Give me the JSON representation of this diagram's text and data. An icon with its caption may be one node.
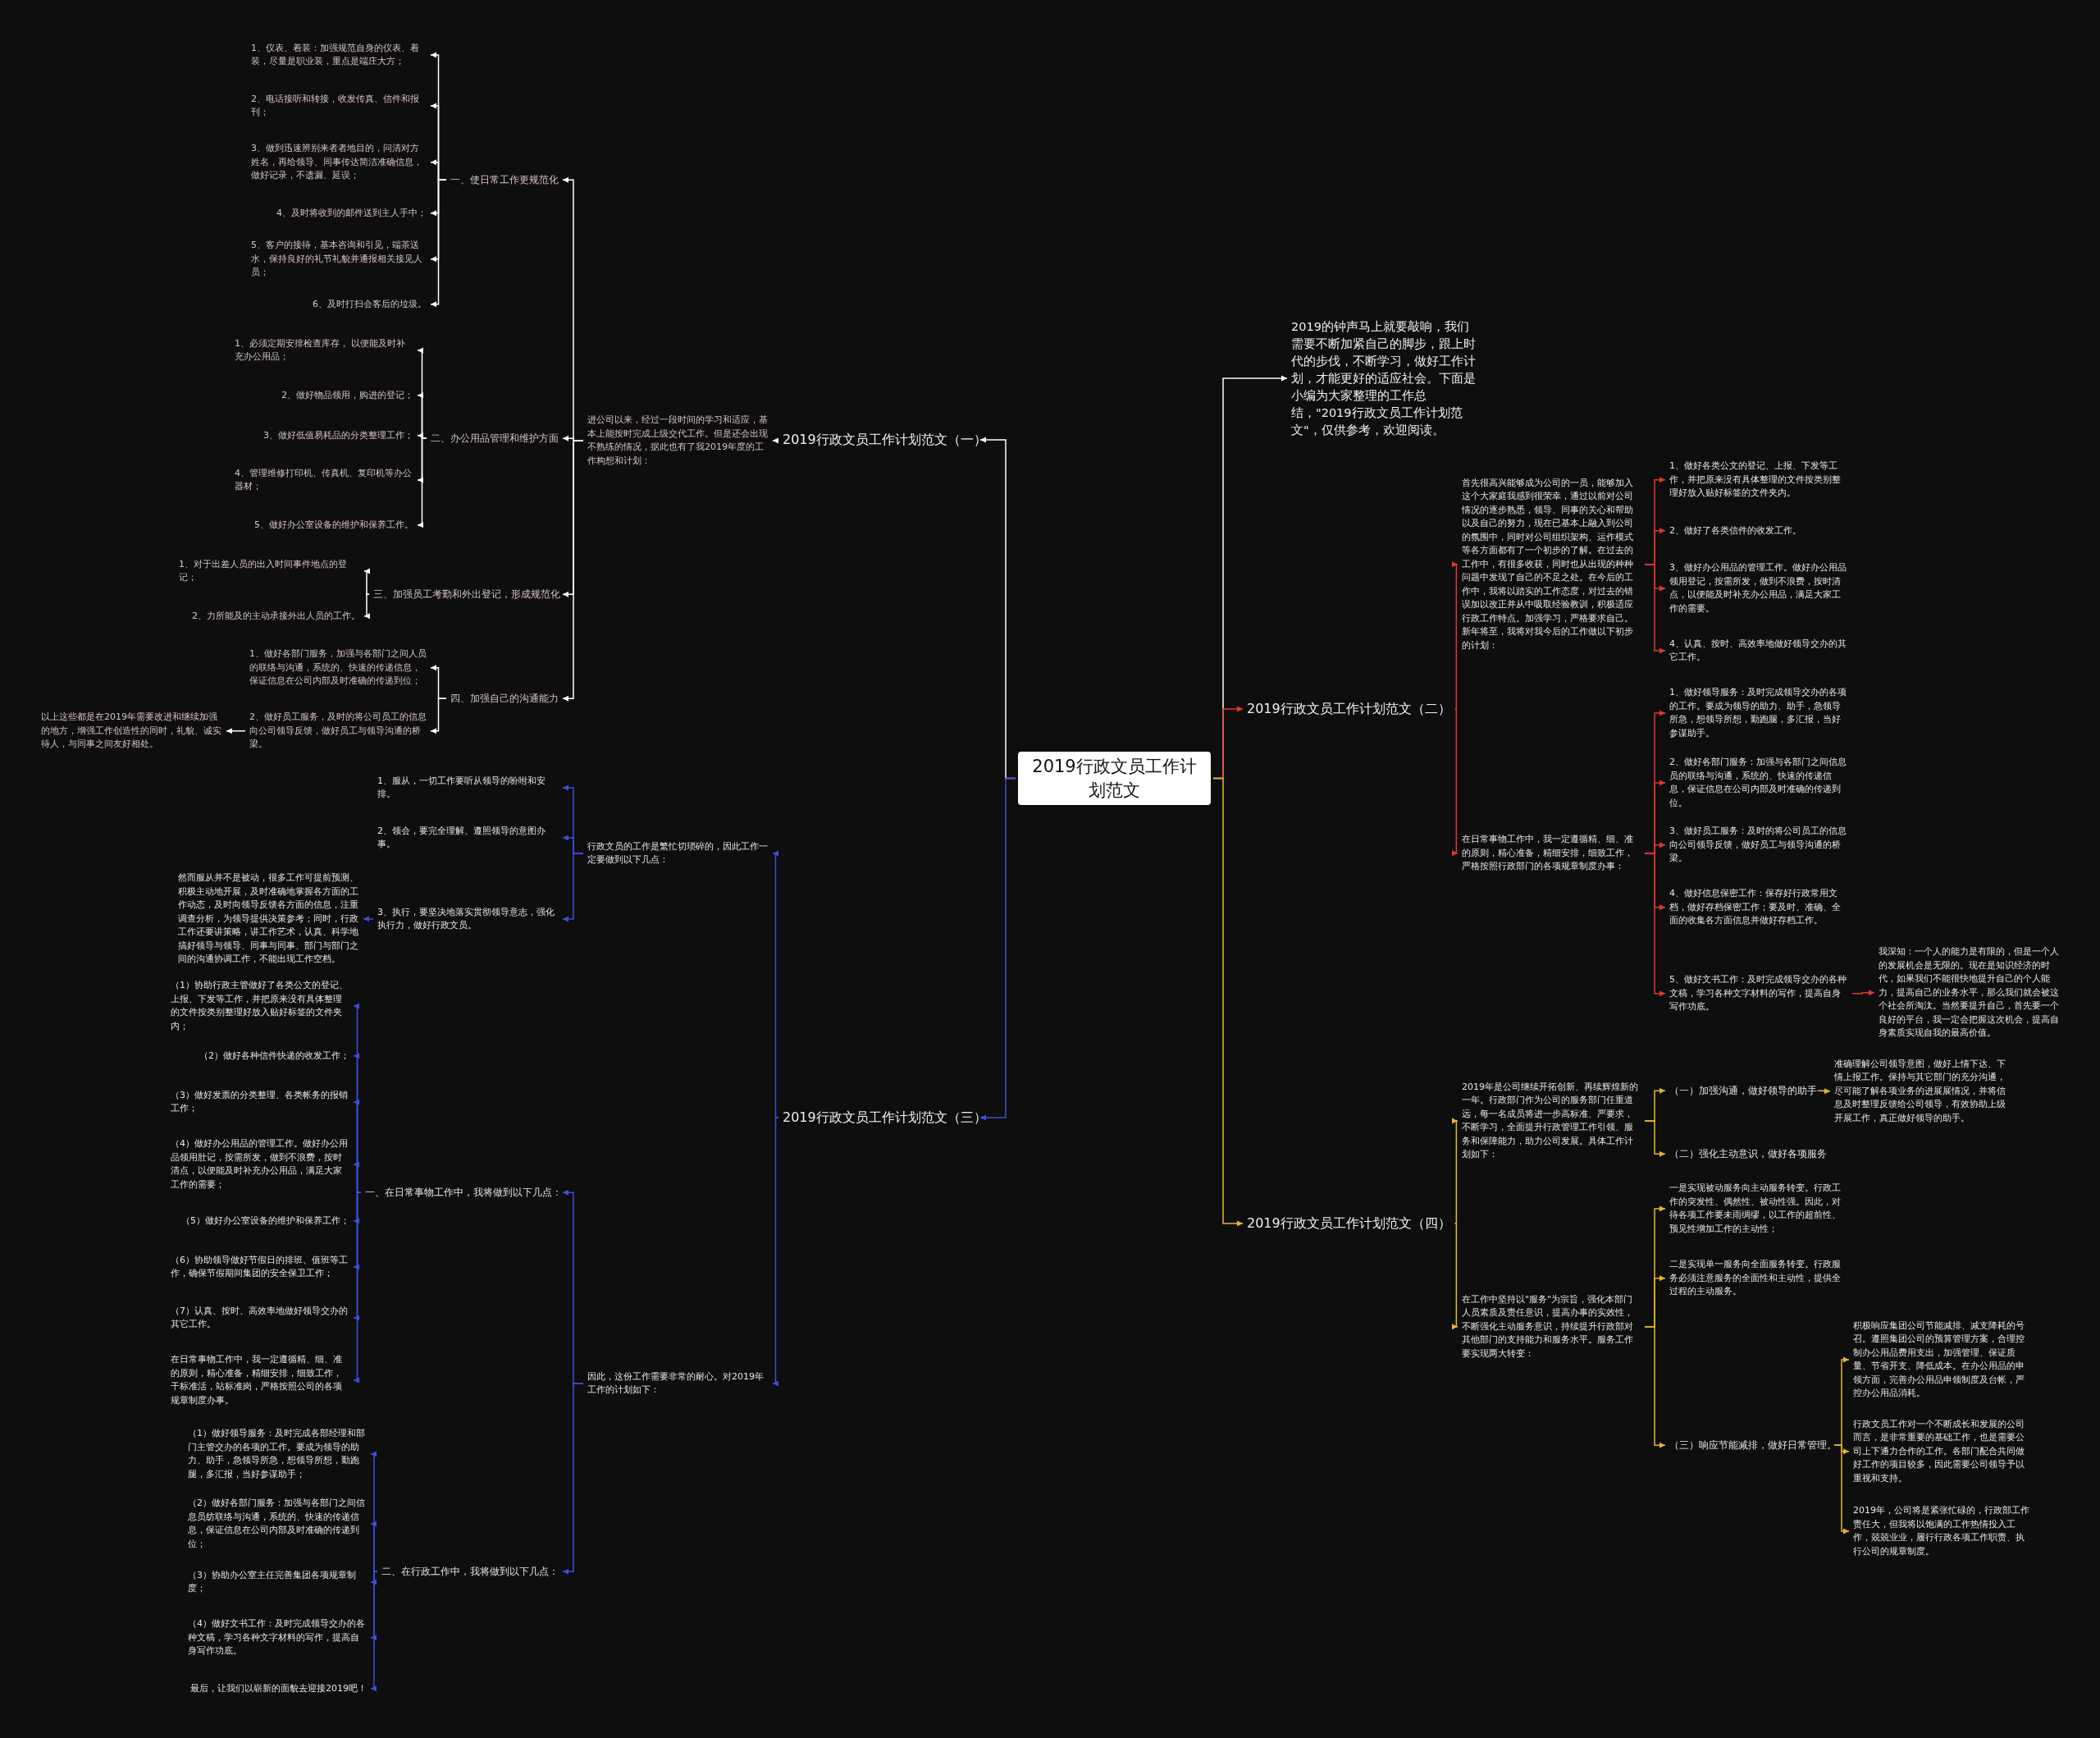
{
  "diagram": {
    "nodes": [
      {
        "text": [
          "2019行政文员工作计划范文"
        ]
      },
      {
        "text": [
          "2019的钟声马上就要敲响，我们需要不断加紧自己的脚步，跟上时代的步伐，不断学习，做好工作计划，才能更好的适应社会。下面是小编为大家整理的工作总结，\"2019行政文员工作计划范文\"，仅供参考，欢迎阅读。"
        ]
      },
      {
        "text": [
          "2019行政文员工作计划范文（一）"
        ]
      },
      {
        "text": [
          "进公司以来，经过一段时间的学习和适应，基本上能按时完成上级交代工作。但是还会出现不熟练的情况，据此也有了我2019年度的工作构想和计划："
        ]
      },
      {
        "text": [
          "一、使日常工作更规范化"
        ]
      },
      {
        "text": [
          "1、仪表、着装：加强规范自身的仪表、着装，尽量是职业装，重点是端庄大方；"
        ]
      },
      {
        "text": [
          "2、电话接听和转接，收发传真、信件和报刊；"
        ]
      },
      {
        "text": [
          "3、做到迅速辨别来者者地目的，问清对方姓名，再给领导、同事传达简洁准确信息，做好记录，不遗漏、延误；"
        ]
      },
      {
        "text": [
          "4、及时将收到的邮件送到主人手中；"
        ]
      },
      {
        "text": [
          "5、客户的接待，基本咨询和引见，端茶送水，保持良好的礼节礼貌并通报相关接见人员；"
        ]
      },
      {
        "text": [
          "6、及时打扫会客后的垃圾。"
        ]
      },
      {
        "text": [
          "二、办公用品管理和维护方面"
        ]
      },
      {
        "text": [
          "1、必须定期安排检查库存， 以便能及时补充办公用品；"
        ]
      },
      {
        "text": [
          "2、做好物品领用，购进的登记；"
        ]
      },
      {
        "text": [
          "3、做好低值易耗品的分类整理工作；"
        ]
      },
      {
        "text": [
          "4、管理维修打印机、传真机、复印机等办公器材；"
        ]
      },
      {
        "text": [
          "5、做好办公室设备的维护和保养工作。"
        ]
      },
      {
        "text": [
          "三、加强员工考勤和外出登记，形成规范化"
        ]
      },
      {
        "text": [
          "1、对于出差人员的出入时间事件地点的登记；"
        ]
      },
      {
        "text": [
          "2、力所能及的主动承接外出人员的工作。"
        ]
      },
      {
        "text": [
          "四、加强自己的沟通能力"
        ]
      },
      {
        "text": [
          "1、做好各部门服务，加强与各部门之间人员的联络与沟通，系统的、快速的传递信息，保证信息在公司内部及时准确的传递到位；"
        ]
      },
      {
        "text": [
          "2、做好员工服务，及时的将公司员工的信息向公司领导反馈，做好员工与领导沟通的桥梁。"
        ]
      },
      {
        "text": [
          "以上这些都是在2019年需要改进和继续加强的地方，增强工作创造性的同时，礼貌、诚实待人，与同事之间友好相处。"
        ]
      },
      {
        "text": [
          "2019行政文员工作计划范文（三）"
        ]
      },
      {
        "text": [
          "行政文员的工作是繁忙切琐碎的，因此工作一定要做到以下几点："
        ]
      },
      {
        "text": [
          "1、服从，一切工作要听从领导的吩咐和安排。"
        ]
      },
      {
        "text": [
          "2、领会，要完全理解、遵照领导的意图办事。"
        ]
      },
      {
        "text": [
          "3、执行，要坚决地落实贯彻领导意志，强化执行力，做好行政文员。"
        ]
      },
      {
        "text": [
          "然而服从并不是被动，很多工作可提前预测、积极主动地开展，及时准确地掌握各方面的工作动态，及时向领导反馈各方面的信息，注重调查分析，为领导提供决策参考；同时，行政工作还要讲策略，讲工作艺术，认真、科学地搞好领导与领导、同事与同事、部门与部门之间的沟通协调工作，不能出现工作空档。"
        ]
      },
      {
        "text": [
          "因此，这份工作需要非常的耐心。对2019年工作的计划如下："
        ]
      },
      {
        "text": [
          "一、在日常事物工作中，我将做到以下几点："
        ]
      },
      {
        "text": [
          "（1）协助行政主管做好了各类公文的登记、上报、下发等工作，并把原来没有具体整理的文件按类别整理好放入贴好标签的文件夹内；"
        ]
      },
      {
        "text": [
          "（2）做好各种信件快递的收发工作；"
        ]
      },
      {
        "text": [
          "（3）做好发票的分类整理、各类帐务的报销工作；"
        ]
      },
      {
        "text": [
          "（4）做好办公用品的管理工作。做好办公用品领用肚记，按需所发，做到不浪费，按时清点，以便能及时补充办公用品，满足大家工作的需要；"
        ]
      },
      {
        "text": [
          "（5）做好办公室设备的维护和保养工作；"
        ]
      },
      {
        "text": [
          "（6）协助领导做好节假日的排班、值班等工作，确保节假期间集团的安全保卫工作；"
        ]
      },
      {
        "text": [
          "（7）认真、按时、高效率地做好领导交办的其它工作。"
        ]
      },
      {
        "text": [
          "在日常事物工作中，我一定遵循精、细、准的原则，精心准备，精细安排，细致工作，干标准活，站标准岗，严格按照公司的各项规章制度办事。"
        ]
      },
      {
        "text": [
          "二、在行政工作中，我将做到以下几点："
        ]
      },
      {
        "text": [
          "（1）做好领导服务：及时完成各部经理和部门主管交办的各项的工作。要成为领导的助力、助手，急领导所急，想领导所想，勤跑腿，多汇报，当好参谋助手；"
        ]
      },
      {
        "text": [
          "（2）做好各部门服务：加强与各部门之间信息员纺联络与沟通，系统的、快速的传递信息，保证信息在公司内部及时准确的传递到位；"
        ]
      },
      {
        "text": [
          "（3）协助办公室主任完善集团各项规章制度；"
        ]
      },
      {
        "text": [
          "（4）做好文书工作：及时完成领导交办的各种文稿，学习各种文字材料的写作，提高自身写作功底。"
        ]
      },
      {
        "text": [
          "最后，让我们以崭新的面貌去迎接2019吧！"
        ]
      },
      {
        "text": [
          "2019行政文员工作计划范文（二）"
        ]
      },
      {
        "text": [
          "首先很高兴能够成为公司的一员，能够加入这个大家庭我感到很荣幸，通过以前对公司情况的逐步熟悉，领导、同事的关心和帮助以及自己的努力，现在已基本上融入到公司的氛围中，同时对公司组织架构、运作模式等各方面都有了一个初步的了解。在过去的工作中，有很多收获，同时也从出现的种种问题中发现了自己的不足之处。在今后的工作中，我将以踏实的工作态度，对过去的错误加以改正并从中吸取经验教训，积极适应行政工作特点。加强学习，严格要求自己。新年将至，我将对我今后的工作做以下初步的计划："
        ]
      },
      {
        "text": [
          "1、做好各类公文的登记、上报、下发等工作，并把原来没有具体整理的文件按类别整理好放入贴好标签的文件夹内。"
        ]
      },
      {
        "text": [
          "2、做好了各类信件的收发工作。"
        ]
      },
      {
        "text": [
          "3、做好办公用品的管理工作。做好办公用品领用登记，按需所发，做到不浪费，按时清点，以便能及时补充办公用品，满足大家工作的需要。"
        ]
      },
      {
        "text": [
          "4、认真、按时、高效率地做好领导交办的其它工作。"
        ]
      },
      {
        "text": [
          "在日常事物工作中，我一定遵循精、细、准的原则，精心准备，精细安排，细致工作，严格按照行政部门的各项规章制度办事："
        ]
      },
      {
        "text": [
          "1、做好领导服务：及时完成领导交办的各项的工作。要成为领导的助力、助手，急领导所急，想领导所想，勤跑腿，多汇报，当好参谋助手。"
        ]
      },
      {
        "text": [
          "2、做好各部门服务：加强与各部门之间信息员的联络与沟通，系统的、快速的传递信息，保证信息在公司内部及时准确的传递到位。"
        ]
      },
      {
        "text": [
          "3、做好员工服务：及时的将公司员工的信息向公司领导反馈，做好员工与领导沟通的桥梁。"
        ]
      },
      {
        "text": [
          "4、做好信息保密工作：保存好行政常用文档，做好存档保密工作；要及时、准确、全面的收集各方面信息并做好存档工作。"
        ]
      },
      {
        "text": [
          "5、做好文书工作：及时完成领导交办的各种文稿，学习各种文字材料的写作，提高自身写作功底。"
        ]
      },
      {
        "text": [
          "我深知：一个人的能力是有限的，但是一个人的发展机会是无限的。现在是知识经济的时代，如果我们不能很快地提升自己的个人能力，提高自己的业务水平，那么我们就会被这个社会所淘汰。当然要提升自己，首先要一个良好的平台，我一定会把握这次机会，提高自身素质实现自我的最高价值。"
        ]
      },
      {
        "text": [
          "2019行政文员工作计划范文（四）"
        ]
      },
      {
        "text": [
          "2019年是公司继续开拓创新、再续辉煌新的一年。行政部门作为公司的服务部门任重道远，每一名成员将进一步高标准、严要求，不断学习，全面提升行政管理工作引领、服务和保障能力，助力公司发展。具体工作计划如下："
        ]
      },
      {
        "text": [
          "（一）加强沟通，做好领导的助手"
        ]
      },
      {
        "text": [
          "准确理解公司领导意图，做好上情下达、下情上报工作。保持与其它部门的充分沟通，尽可能了解各项业务的进展展情况，并将信息及时整理反馈给公司领导，有效协助上级开展工作，真正做好领导的助手。"
        ]
      },
      {
        "text": [
          "（二）强化主动意识，做好各项服务"
        ]
      },
      {
        "text": [
          "在工作中坚持以\"服务\"为宗旨，强化本部门人员素质及责任意识，提高办事的实效性，不断强化主动服务意识，持续提升行政部对其他部门的支持能力和服务水平。服务工作要实现两大转变："
        ]
      },
      {
        "text": [
          "一是实现被动服务向主动服务转变。行政工作的突发性、偶然性、被动性强。因此，对待各项工作要未雨绸缪，以工作的超前性、预见性增加工作的主动性；"
        ]
      },
      {
        "text": [
          "二是实现单一服务向全面服务转变。行政服务必须注意服务的全面性和主动性，提供全过程的主动服务。"
        ]
      },
      {
        "text": [
          "（三）响应节能减排，做好日常管理。"
        ]
      },
      {
        "text": [
          "积极响应集团公司节能减排、减支降耗的号召。遵照集团公司的预算管理方案，合理控制办公用品费用支出，加强管理、保证质量、节省开支、降低成本。在办公用品的申领方面，完善办公用品申领制度及台帐，严控办公用品消耗。"
        ]
      },
      {
        "text": [
          "行政文员工作对一个不断成长和发展的公司而言，是非常重要的基础工作，也是需要公司上下通力合作的工作。各部门配合共同做好工作的项目较多，因此需要公司领导予以重视和支持。"
        ]
      },
      {
        "text": [
          "2019年，公司将是紧张忙碌的，行政部工作责任大，但我将以饱满的工作热情投入工作，兢兢业业，履行行政各项工作职责、执行公司的规章制度。"
        ]
      }
    ],
    "edges": [
      {
        "from": 0,
        "to": 1,
        "arrow": "to",
        "color": "#ffffff"
      },
      {
        "from": 0,
        "to": 2,
        "arrow": "to",
        "color": "#ffffff"
      },
      {
        "from": 2,
        "to": 3,
        "arrow": "to",
        "color": "#ffffff"
      },
      {
        "from": 3,
        "to": 4,
        "arrow": "to",
        "color": "#ffffff"
      },
      {
        "from": 4,
        "to": 5,
        "arrow": "to",
        "color": "#ffffff"
      },
      {
        "from": 4,
        "to": 6,
        "arrow": "to",
        "color": "#ffffff"
      },
      {
        "from": 4,
        "to": 7,
        "arrow": "to",
        "color": "#ffffff"
      },
      {
        "from": 4,
        "to": 8,
        "arrow": "to",
        "color": "#ffffff"
      },
      {
        "from": 4,
        "to": 9,
        "arrow": "to",
        "color": "#ffffff"
      },
      {
        "from": 4,
        "to": 10,
        "arrow": "to",
        "color": "#ffffff"
      },
      {
        "from": 3,
        "to": 11,
        "arrow": "to",
        "color": "#ffffff"
      },
      {
        "from": 11,
        "to": 12,
        "arrow": "to",
        "color": "#ffffff"
      },
      {
        "from": 11,
        "to": 13,
        "arrow": "to",
        "color": "#ffffff"
      },
      {
        "from": 11,
        "to": 14,
        "arrow": "to",
        "color": "#ffffff"
      },
      {
        "from": 11,
        "to": 15,
        "arrow": "to",
        "color": "#ffffff"
      },
      {
        "from": 11,
        "to": 16,
        "arrow": "to",
        "color": "#ffffff"
      },
      {
        "from": 3,
        "to": 17,
        "arrow": "to",
        "color": "#ffffff"
      },
      {
        "from": 17,
        "to": 18,
        "arrow": "to",
        "color": "#ffffff"
      },
      {
        "from": 17,
        "to": 19,
        "arrow": "to",
        "color": "#ffffff"
      },
      {
        "from": 3,
        "to": 20,
        "arrow": "to",
        "color": "#ffffff"
      },
      {
        "from": 20,
        "to": 21,
        "arrow": "to",
        "color": "#ffffff"
      },
      {
        "from": 20,
        "to": 22,
        "arrow": "to",
        "color": "#ffffff"
      },
      {
        "from": 22,
        "to": 23,
        "arrow": "to",
        "color": "#ffffff"
      },
      {
        "from": 0,
        "to": 24,
        "arrow": "to",
        "color": "#3b4fd8"
      },
      {
        "from": 24,
        "to": 25,
        "arrow": "to",
        "color": "#3b4fd8"
      },
      {
        "from": 25,
        "to": 26,
        "arrow": "to",
        "color": "#3b4fd8"
      },
      {
        "from": 25,
        "to": 27,
        "arrow": "to",
        "color": "#3b4fd8"
      },
      {
        "from": 25,
        "to": 28,
        "arrow": "to",
        "color": "#3b4fd8"
      },
      {
        "from": 28,
        "to": 29,
        "arrow": "to",
        "color": "#3b4fd8"
      },
      {
        "from": 24,
        "to": 30,
        "arrow": "to",
        "color": "#3b4fd8"
      },
      {
        "from": 30,
        "to": 31,
        "arrow": "to",
        "color": "#3b4fd8"
      },
      {
        "from": 31,
        "to": 32,
        "arrow": "to",
        "color": "#3b4fd8"
      },
      {
        "from": 31,
        "to": 33,
        "arrow": "to",
        "color": "#3b4fd8"
      },
      {
        "from": 31,
        "to": 34,
        "arrow": "to",
        "color": "#3b4fd8"
      },
      {
        "from": 31,
        "to": 35,
        "arrow": "to",
        "color": "#3b4fd8"
      },
      {
        "from": 31,
        "to": 36,
        "arrow": "to",
        "color": "#3b4fd8"
      },
      {
        "from": 31,
        "to": 37,
        "arrow": "to",
        "color": "#3b4fd8"
      },
      {
        "from": 31,
        "to": 38,
        "arrow": "to",
        "color": "#3b4fd8"
      },
      {
        "from": 31,
        "to": 39,
        "arrow": "to",
        "color": "#3b4fd8"
      },
      {
        "from": 30,
        "to": 40,
        "arrow": "to",
        "color": "#3b4fd8"
      },
      {
        "from": 40,
        "to": 41,
        "arrow": "to",
        "color": "#3b4fd8"
      },
      {
        "from": 40,
        "to": 42,
        "arrow": "to",
        "color": "#3b4fd8"
      },
      {
        "from": 40,
        "to": 43,
        "arrow": "to",
        "color": "#3b4fd8"
      },
      {
        "from": 40,
        "to": 44,
        "arrow": "to",
        "color": "#3b4fd8"
      },
      {
        "from": 40,
        "to": 45,
        "arrow": "to",
        "color": "#3b4fd8"
      },
      {
        "from": 0,
        "to": 46,
        "arrow": "to",
        "color": "#e0392c"
      },
      {
        "from": 46,
        "to": 47,
        "arrow": "to",
        "color": "#e0392c"
      },
      {
        "from": 47,
        "to": 48,
        "arrow": "to",
        "color": "#e0392c"
      },
      {
        "from": 47,
        "to": 49,
        "arrow": "to",
        "color": "#e0392c"
      },
      {
        "from": 47,
        "to": 50,
        "arrow": "to",
        "color": "#e0392c"
      },
      {
        "from": 47,
        "to": 51,
        "arrow": "to",
        "color": "#e0392c"
      },
      {
        "from": 46,
        "to": 52,
        "arrow": "to",
        "color": "#e0392c"
      },
      {
        "from": 52,
        "to": 53,
        "arrow": "to",
        "color": "#e0392c"
      },
      {
        "from": 52,
        "to": 54,
        "arrow": "to",
        "color": "#e0392c"
      },
      {
        "from": 52,
        "to": 55,
        "arrow": "to",
        "color": "#e0392c"
      },
      {
        "from": 52,
        "to": 56,
        "arrow": "to",
        "color": "#e0392c"
      },
      {
        "from": 52,
        "to": 57,
        "arrow": "to",
        "color": "#e0392c"
      },
      {
        "from": 57,
        "to": 58,
        "arrow": "to",
        "color": "#e0392c"
      },
      {
        "from": 0,
        "to": 59,
        "arrow": "to",
        "color": "#e8b52e"
      },
      {
        "from": 59,
        "to": 60,
        "arrow": "to",
        "color": "#e8b52e"
      },
      {
        "from": 60,
        "to": 61,
        "arrow": "to",
        "color": "#e8b52e"
      },
      {
        "from": 61,
        "to": 62,
        "arrow": "to",
        "color": "#e8b52e"
      },
      {
        "from": 60,
        "to": 63,
        "arrow": "to",
        "color": "#e8b52e"
      },
      {
        "from": 59,
        "to": 64,
        "arrow": "to",
        "color": "#e8b52e"
      },
      {
        "from": 64,
        "to": 65,
        "arrow": "to",
        "color": "#e8b52e"
      },
      {
        "from": 64,
        "to": 66,
        "arrow": "to",
        "color": "#e8b52e"
      },
      {
        "from": 64,
        "to": 67,
        "arrow": "to",
        "color": "#e8b52e"
      },
      {
        "from": 67,
        "to": 68,
        "arrow": "to",
        "color": "#e8b52e"
      },
      {
        "from": 67,
        "to": 69,
        "arrow": "to",
        "color": "#e8b52e"
      },
      {
        "from": 67,
        "to": 70,
        "arrow": "to",
        "color": "#e8b52e"
      }
    ]
  }
}
